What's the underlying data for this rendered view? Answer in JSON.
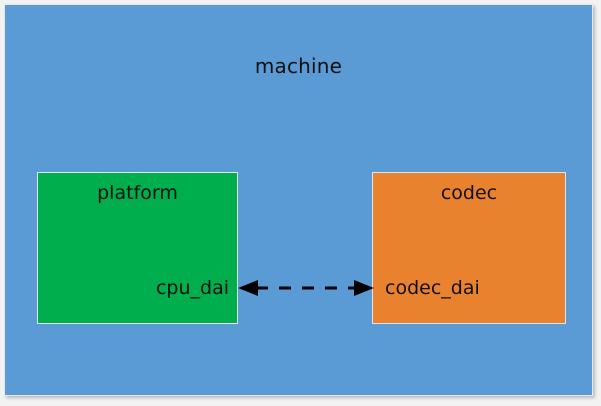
{
  "diagram": {
    "type": "block-diagram",
    "title": "machine",
    "outer": {
      "label": "machine",
      "fill_color": "#5b9bd5",
      "border_color": "#e9e9e9"
    },
    "blocks": [
      {
        "id": "platform",
        "title": "platform",
        "endpoint_label": "cpu_dai",
        "fill_color": "#00ae4d",
        "border_color": "#e3e3e3",
        "endpoint_align": "right"
      },
      {
        "id": "codec",
        "title": "codec",
        "endpoint_label": "codec_dai",
        "fill_color": "#e8822f",
        "border_color": "#e3e3e3",
        "endpoint_align": "left"
      }
    ],
    "connector": {
      "name": "dai-link",
      "from": "cpu_dai",
      "to": "codec_dai",
      "style": "dashed",
      "direction": "bidirectional",
      "color": "#000000",
      "label": ""
    },
    "colors": {
      "background": "#5b9bd5",
      "platform": "#00ae4d",
      "codec": "#e8822f",
      "text": "#111111",
      "page": "#f2f2f2"
    }
  }
}
